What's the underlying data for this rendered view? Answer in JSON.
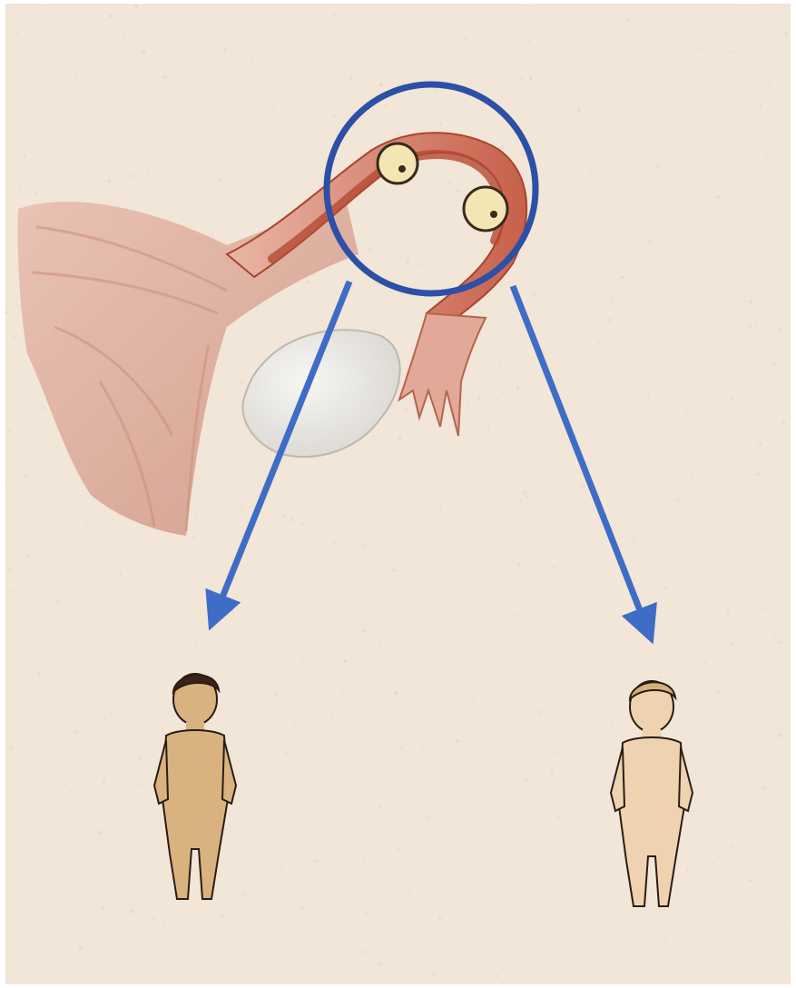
{
  "colors": {
    "paper": "#f1e6d7",
    "paper_speckle": "#e6d6c2",
    "page_margin": "#ffffff",
    "tube_outer": "#e2b2a2",
    "tube_inner": "#c1533c",
    "tube_dark": "#9e3622",
    "ovary": "#e8e6e2",
    "embryo_fill": "#f3e6b4",
    "circle_ring": "#2c50a6",
    "arrow": "#3f6cc6",
    "child_skin_dark": "#d9b27f",
    "child_skin_light": "#efd3b1",
    "hair_dark": "#3a2218",
    "hair_light": "#d2b27a",
    "outline": "#2a1c14"
  },
  "elements": {
    "fallopian_tube": "fallopian-tube",
    "ovary": "ovary",
    "embryos": [
      "embryo",
      "embryo"
    ],
    "highlight": "blue-circle",
    "arrows": [
      "arrow-left",
      "arrow-right"
    ],
    "children": [
      "child-dark-hair",
      "child-light-hair"
    ]
  }
}
